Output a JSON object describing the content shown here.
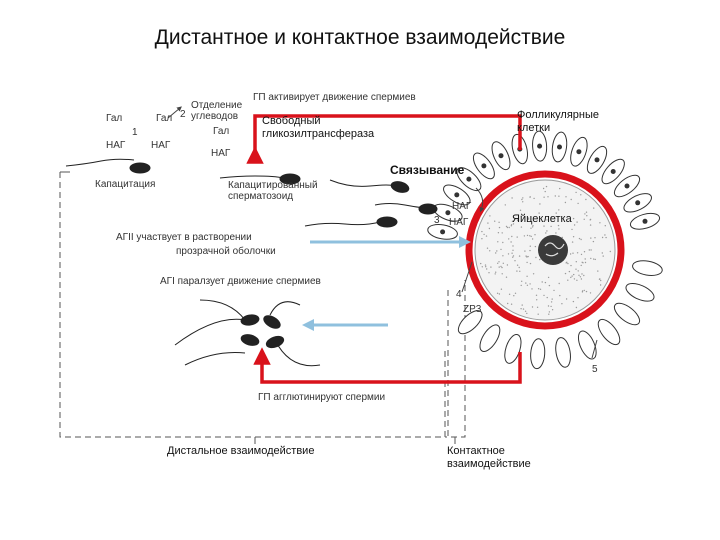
{
  "title": "Дистантное и контактное взаимодействие",
  "labels": {
    "gal1": "Гал",
    "nag1": "НАГ",
    "num1": "1",
    "gal2": "Гал",
    "nag2": "НАГ",
    "num2": "2",
    "separation_line1": "Отделение",
    "separation_line2": "углеводов",
    "gal3": "Гал",
    "nag3": "НАГ",
    "capacitation": "Капацитация",
    "capacitated_line1": "Капацитированный",
    "capacitated_line2": "сперматозоид",
    "gp_activates": "ГП  активирует  движение  спермиев",
    "free_gt_line1": "Свободный",
    "free_gt_line2": "гликозилтрансфераза",
    "follicular_line1": "Фолликулярные",
    "follicular_line2": "клетки",
    "binding": "Связывание",
    "nag_bind1": "НАГ",
    "nag_bind2": "НАГ",
    "num3": "3",
    "egg": "Яйцеклетка",
    "agii": "АГII  участвует  в  растворении",
    "agii_line2": "прозрачной  оболочки",
    "agi": "АГI  паралзует  движение  спермиев",
    "num4": "4",
    "zp3": "ZP3",
    "num5": "5",
    "gp_agglutinate": "ГП  агглютинируют  спермии",
    "distal": "Дистальное взаимодействие",
    "contact_line1": "Контактное",
    "contact_line2": "взаимодействие"
  },
  "colors": {
    "red": "#d9121b",
    "blue": "#8fc0de",
    "dash": "#555555",
    "ink": "#222222"
  }
}
